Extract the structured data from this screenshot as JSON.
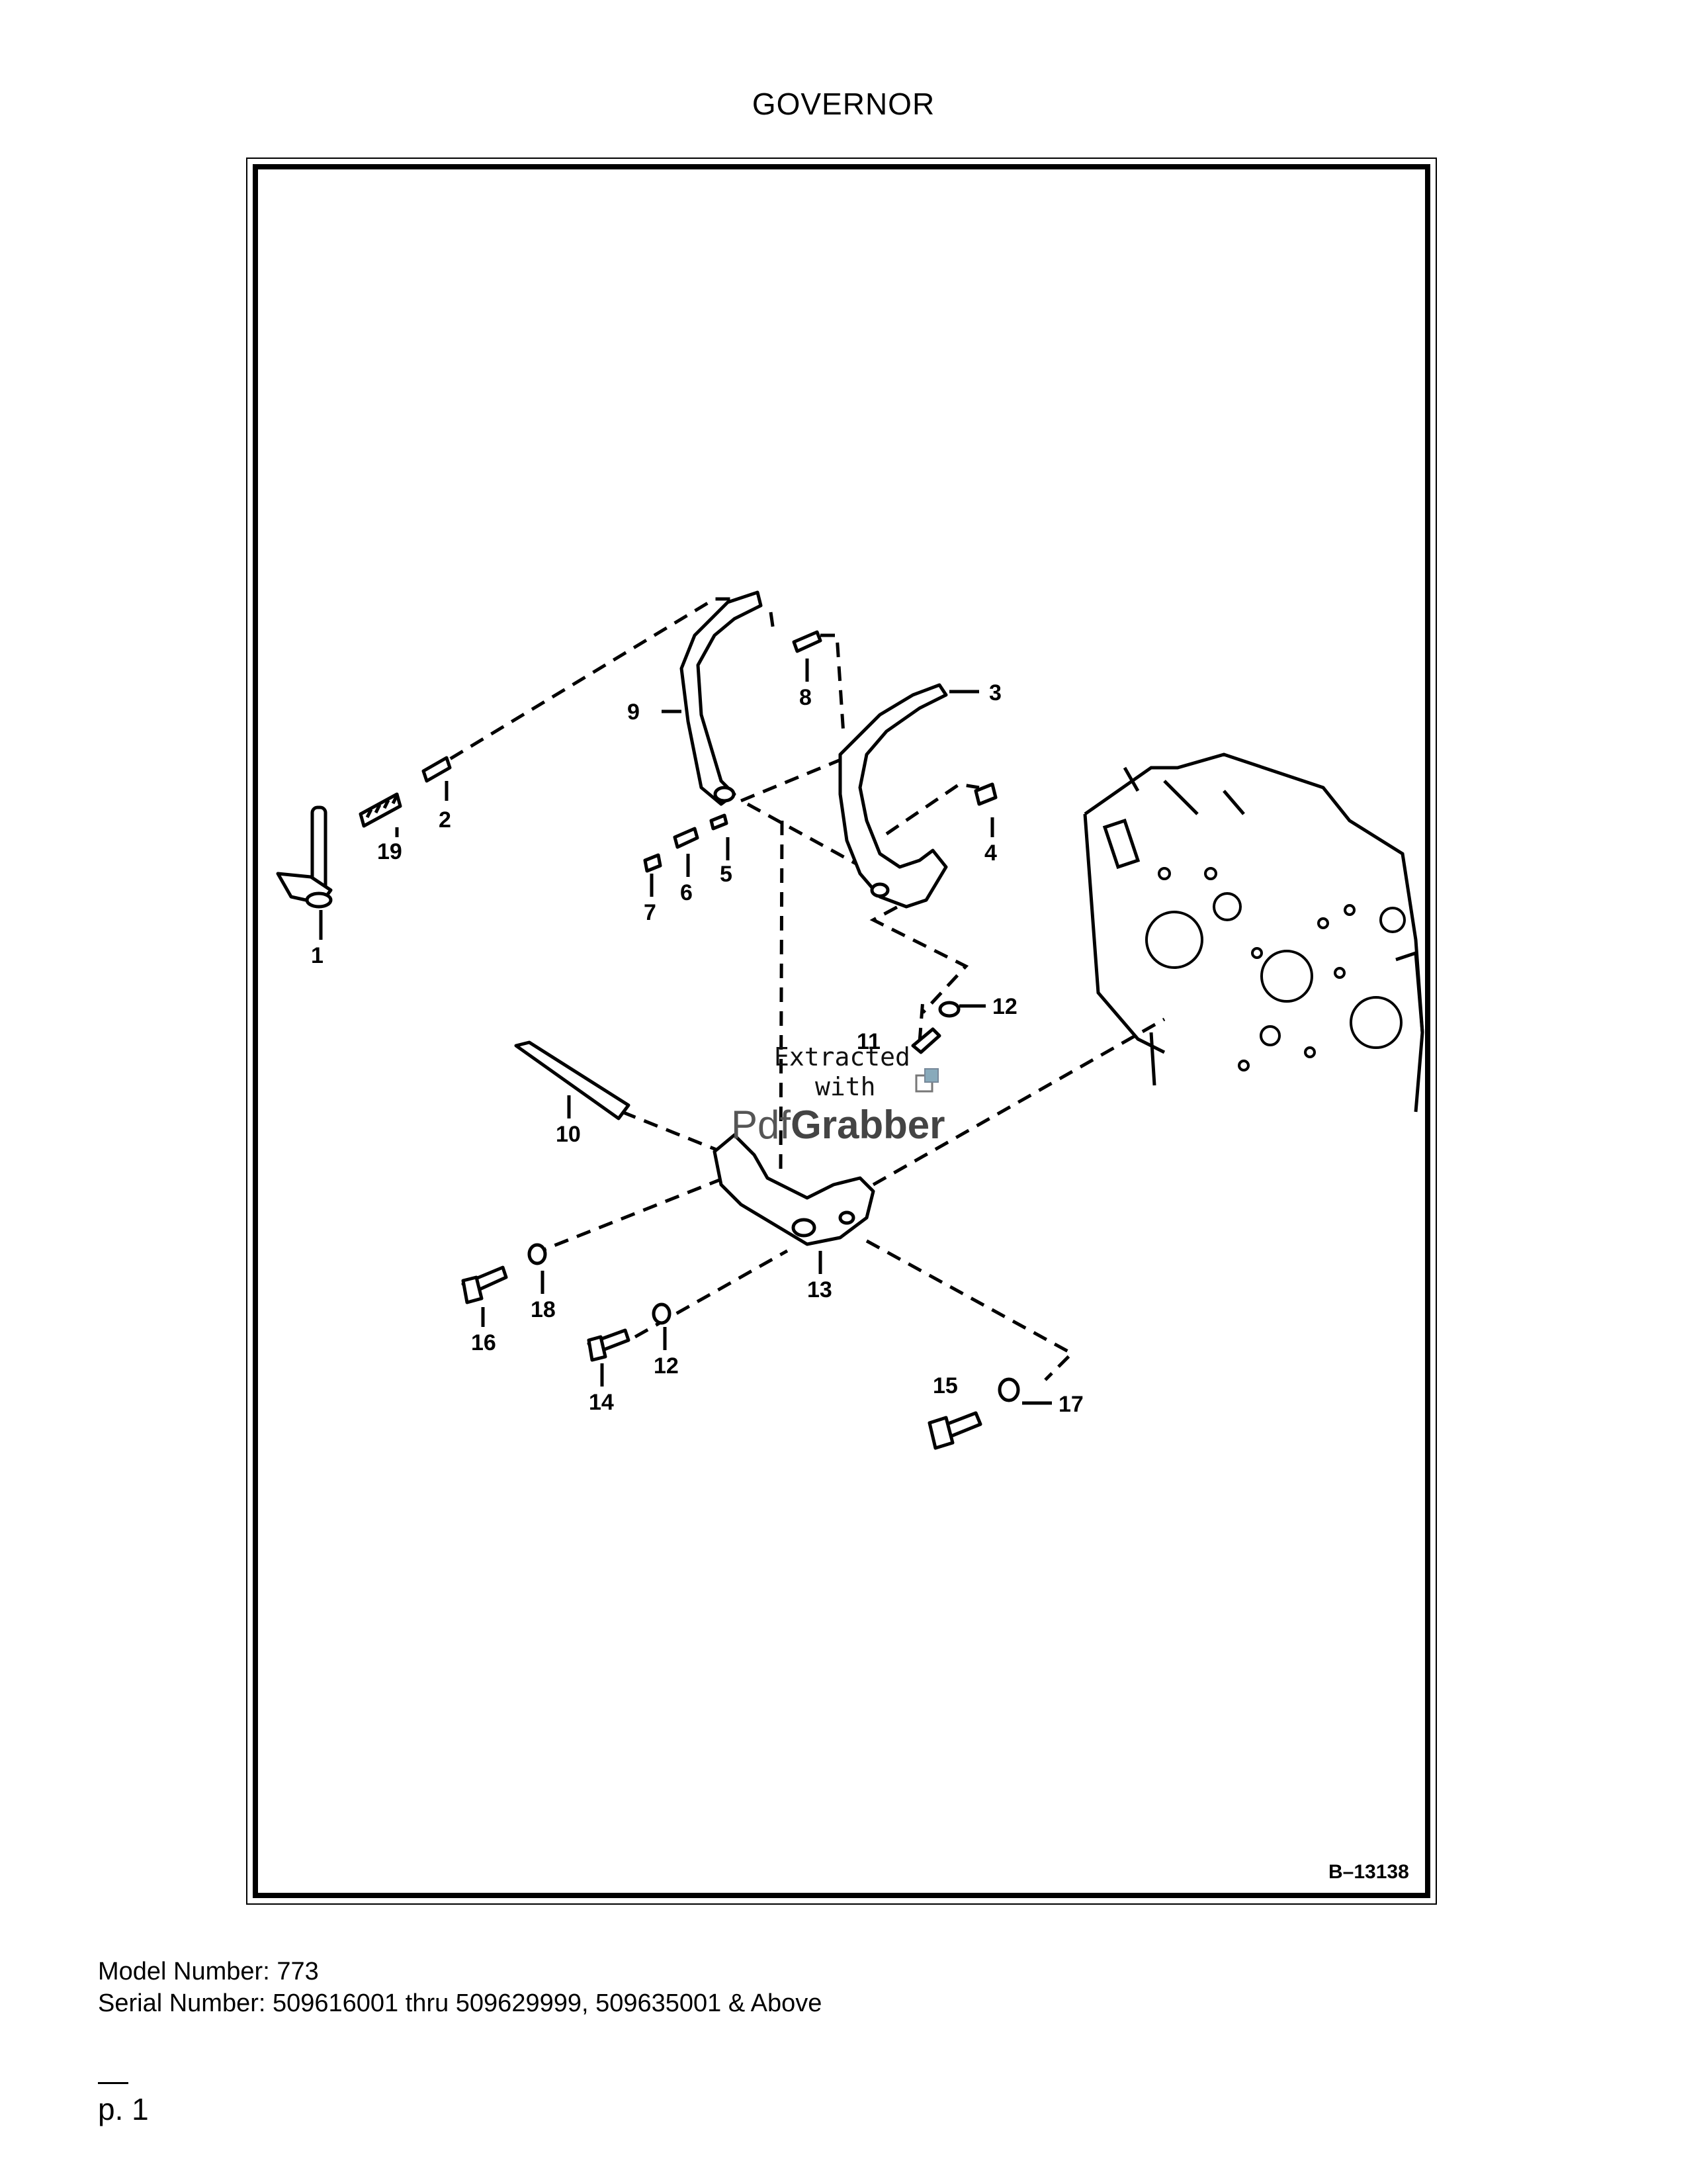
{
  "page": {
    "title": "GOVERNOR",
    "page_number": "p. 1"
  },
  "figure": {
    "id": "B–13138",
    "callouts": [
      "1",
      "2",
      "3",
      "4",
      "5",
      "6",
      "7",
      "8",
      "9",
      "10",
      "11",
      "12",
      "12",
      "13",
      "14",
      "15",
      "16",
      "17",
      "18",
      "19"
    ],
    "watermark": {
      "line1": "Extracted",
      "line2": "with",
      "brand_a": "Pdf",
      "brand_b": "Grabber"
    }
  },
  "info": {
    "model_label": "Model Number:",
    "model_value": "773",
    "serial_label": "Serial Number:",
    "serial_value": "509616001 thru 509629999, 509635001 & Above"
  }
}
